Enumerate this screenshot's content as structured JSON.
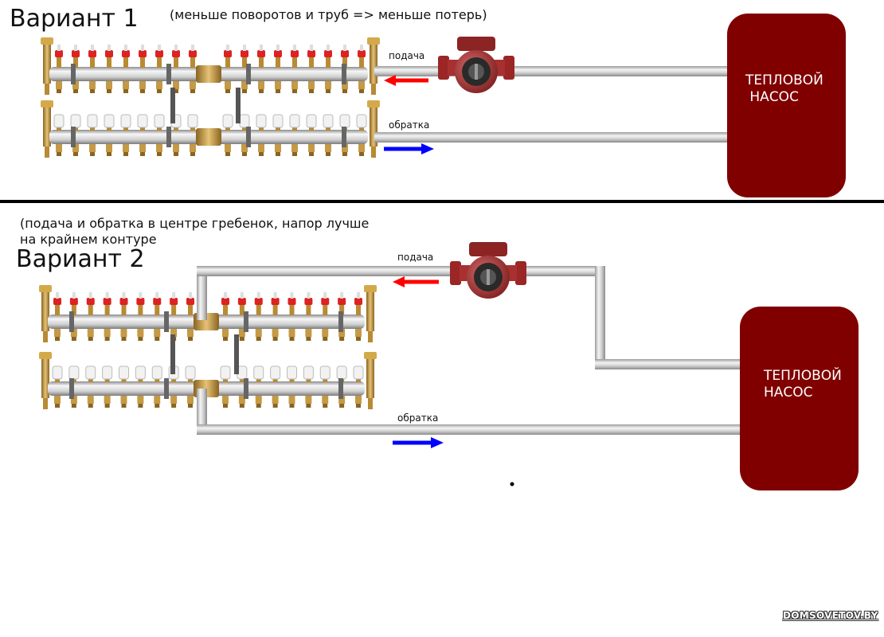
{
  "variant1": {
    "title": "Вариант 1",
    "note": "(меньше поворотов и труб => меньше потерь)",
    "supply_label": "подача",
    "return_label": "обратка",
    "heat_pump": "ТЕПЛОВОЙ\n НАСОС"
  },
  "variant2": {
    "note_line1": "(подача и обратка в центре гребенок, напор лучше",
    "note_line2": "на крайнем контуре",
    "title": "Вариант 2",
    "supply_label": "подача",
    "return_label": "обратка",
    "heat_pump": "ТЕПЛОВОЙ\nНАСОС"
  },
  "colors": {
    "heat_pump": "#800000",
    "supply_arrow": "#ff0000",
    "return_arrow": "#0000ff",
    "pipe": "#c8c8c8",
    "pump_body": "#b03030"
  },
  "watermark": "DOMSOVETOV.BY"
}
